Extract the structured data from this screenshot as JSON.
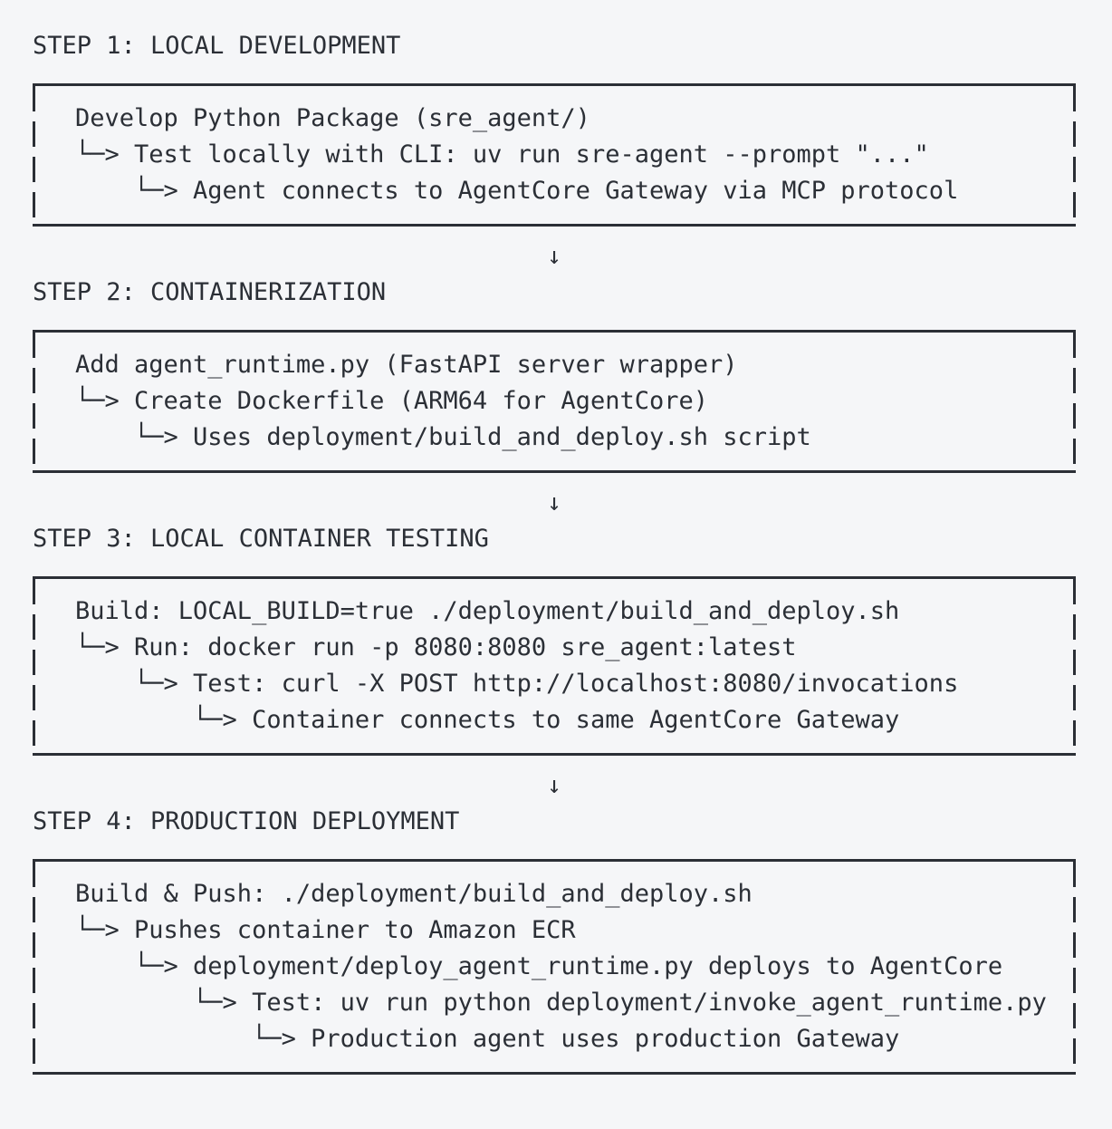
{
  "palette": {
    "background": "#f5f6f8",
    "text": "#2b2f36",
    "border": "#2b2f36"
  },
  "arrow_glyph": "↓",
  "steps": [
    {
      "title": "STEP 1: LOCAL DEVELOPMENT",
      "lines": [
        "Develop Python Package (sre_agent/)",
        "└─> Test locally with CLI: uv run sre-agent --prompt \"...\"",
        "    └─> Agent connects to AgentCore Gateway via MCP protocol"
      ]
    },
    {
      "title": "STEP 2: CONTAINERIZATION",
      "lines": [
        "Add agent_runtime.py (FastAPI server wrapper)",
        "└─> Create Dockerfile (ARM64 for AgentCore)",
        "    └─> Uses deployment/build_and_deploy.sh script"
      ]
    },
    {
      "title": "STEP 3: LOCAL CONTAINER TESTING",
      "lines": [
        "Build: LOCAL_BUILD=true ./deployment/build_and_deploy.sh",
        "└─> Run: docker run -p 8080:8080 sre_agent:latest",
        "    └─> Test: curl -X POST http://localhost:8080/invocations",
        "        └─> Container connects to same AgentCore Gateway"
      ]
    },
    {
      "title": "STEP 4: PRODUCTION DEPLOYMENT",
      "lines": [
        "Build & Push: ./deployment/build_and_deploy.sh",
        "└─> Pushes container to Amazon ECR",
        "    └─> deployment/deploy_agent_runtime.py deploys to AgentCore",
        "        └─> Test: uv run python deployment/invoke_agent_runtime.py",
        "            └─> Production agent uses production Gateway"
      ]
    }
  ]
}
